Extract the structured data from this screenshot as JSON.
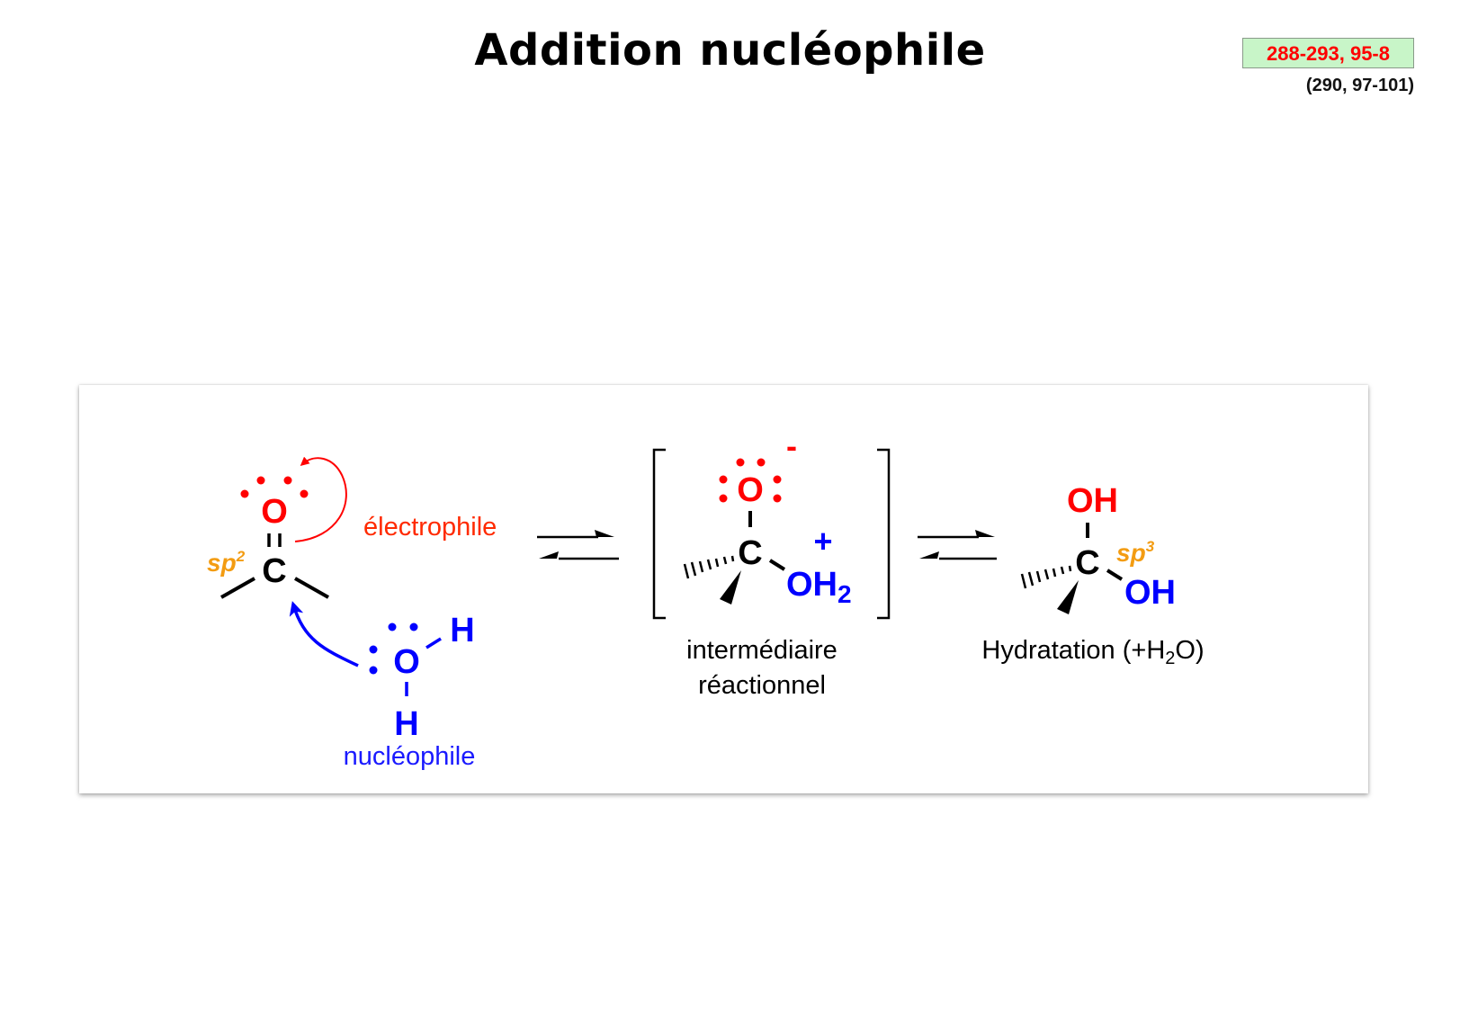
{
  "title": "Addition nucléophile",
  "reference": {
    "pages": "288-293, 95-8",
    "pages_alt": "(290, 97-101)"
  },
  "colors": {
    "oxygen_electrophile": "#ff0000",
    "nucleophile": "#0000ff",
    "hybridization": "#f39c12",
    "carbon": "#000000",
    "reference_box_bg": "#c8f5c8"
  },
  "reactant": {
    "oxygen": "O",
    "carbon": "C",
    "hybridization": "sp",
    "hybridization_exp": "2",
    "label": "électrophile"
  },
  "nucleophile": {
    "oxygen": "O",
    "h_top": "H",
    "h_bottom": "H",
    "label": "nucléophile"
  },
  "intermediate": {
    "oxygen": "O",
    "charge_minus": "-",
    "carbon": "C",
    "charge_plus": "+",
    "oh2": "OH",
    "oh2_sub": "2",
    "label_line1": "intermédiaire",
    "label_line2": "réactionnel"
  },
  "product": {
    "oh_top": "OH",
    "carbon": "C",
    "hybridization": "sp",
    "hybridization_exp": "3",
    "oh_right": "OH",
    "label_pre": "Hydratation (+H",
    "label_sub": "2",
    "label_post": "O)"
  }
}
